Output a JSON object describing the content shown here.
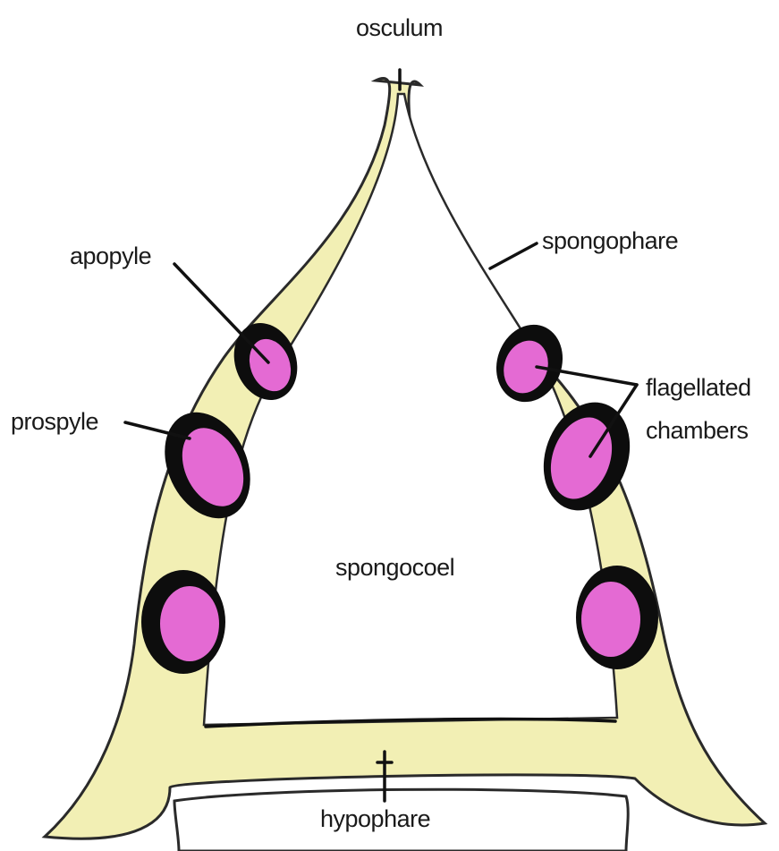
{
  "labels": {
    "osculum": "osculum",
    "spongophare": "spongophare",
    "apopyle": "apopyle",
    "prospyle": "prospyle",
    "flagellated_line1": "flagellated",
    "flagellated_line2": "chambers",
    "spongocoel": "spongocoel",
    "hypophare": "hypophare"
  },
  "colors": {
    "body_wall": "#f2efb4",
    "body_outline": "#2a2a2a",
    "chamber_fill": "#e46ad3",
    "chamber_ring": "#0d0d0d",
    "cavity": "#ffffff"
  }
}
